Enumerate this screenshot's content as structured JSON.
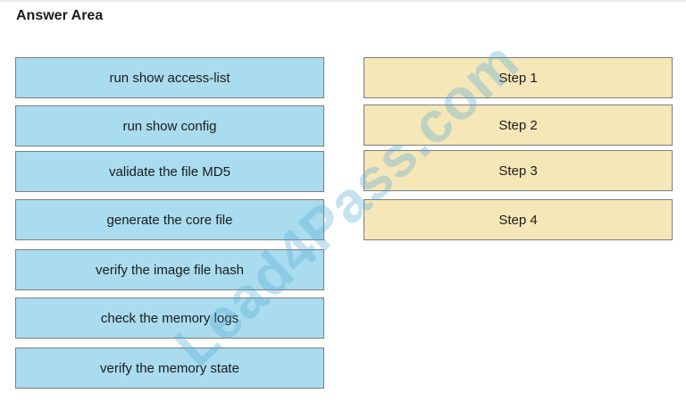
{
  "answer_area": {
    "title": "Answer Area"
  },
  "options": [
    {
      "label": "run show access-list"
    },
    {
      "label": "run show config"
    },
    {
      "label": "validate the file MD5"
    },
    {
      "label": "generate the core file"
    },
    {
      "label": "verify the image file hash"
    },
    {
      "label": "check the memory logs"
    },
    {
      "label": "verify the memory state"
    }
  ],
  "targets": [
    {
      "label": "Step 1"
    },
    {
      "label": "Step 2"
    },
    {
      "label": "Step 3"
    },
    {
      "label": "Step 4"
    }
  ],
  "watermark": {
    "text": "Lead4Pass.com"
  },
  "colors": {
    "option_fill": "#a9dcee",
    "target_fill": "#f6e7b8"
  }
}
